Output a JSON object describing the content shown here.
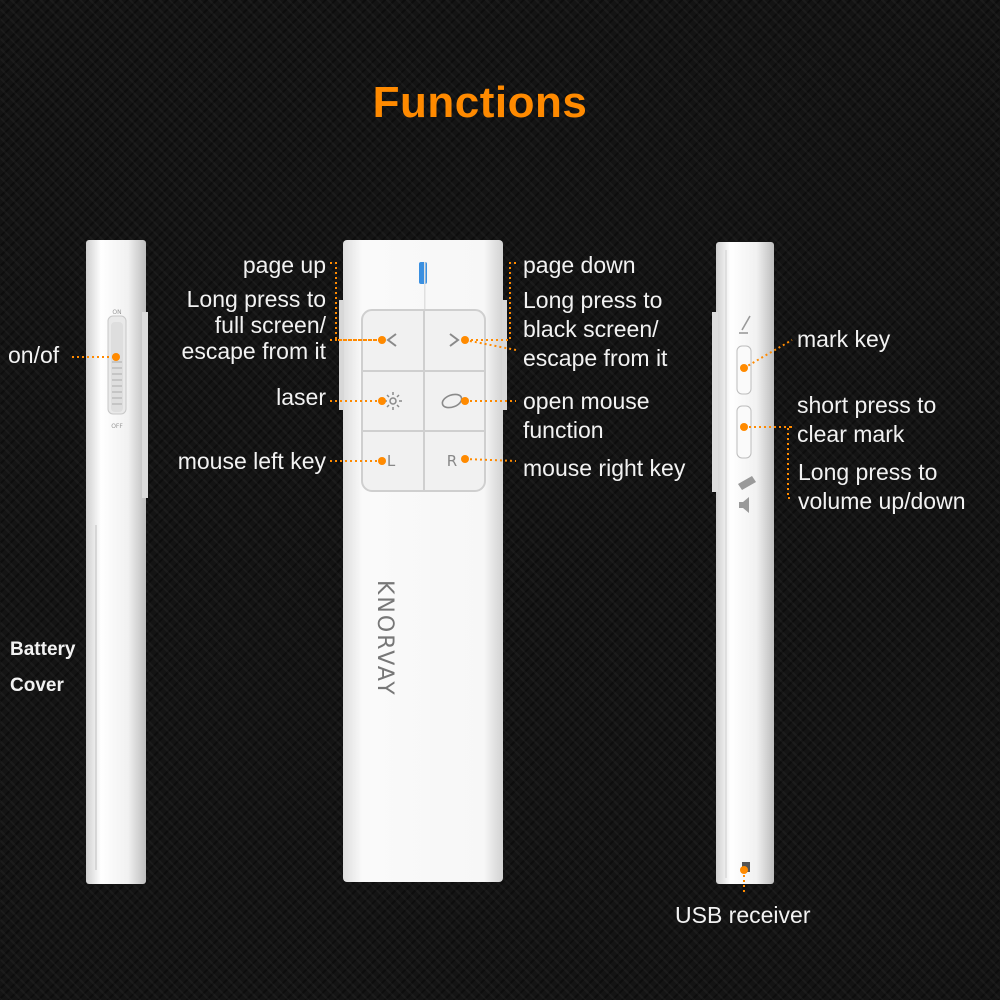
{
  "title": "Functions",
  "colors": {
    "accent": "#ff8a00",
    "text": "#f2f2f2",
    "device": "#f4f4f4"
  },
  "device": {
    "brand": "KNORVAY",
    "switch_on": "ON",
    "switch_off": "OFF"
  },
  "keys": {
    "left": "L",
    "right": "R",
    "prev_icon": "chevron-left-icon",
    "next_icon": "chevron-right-icon",
    "laser_icon": "laser-icon",
    "mouse_icon": "mouse-icon"
  },
  "labels": {
    "page_up": "page up",
    "full_screen": "Long press to\nfull screen/\nescape from it",
    "on_off": "on/of",
    "laser": "laser",
    "mouse_left": "mouse left key",
    "battery": "Battery\nCover",
    "page_down": "page down",
    "black_screen": "Long press to\nblack screen/\nescape from it",
    "open_mouse": "open mouse\nfunction",
    "mouse_right": "mouse right key",
    "mark_key": "mark key",
    "clear_mark": "short press to\nclear mark",
    "volume": "Long press to\nvolume up/down",
    "usb": "USB receiver"
  }
}
